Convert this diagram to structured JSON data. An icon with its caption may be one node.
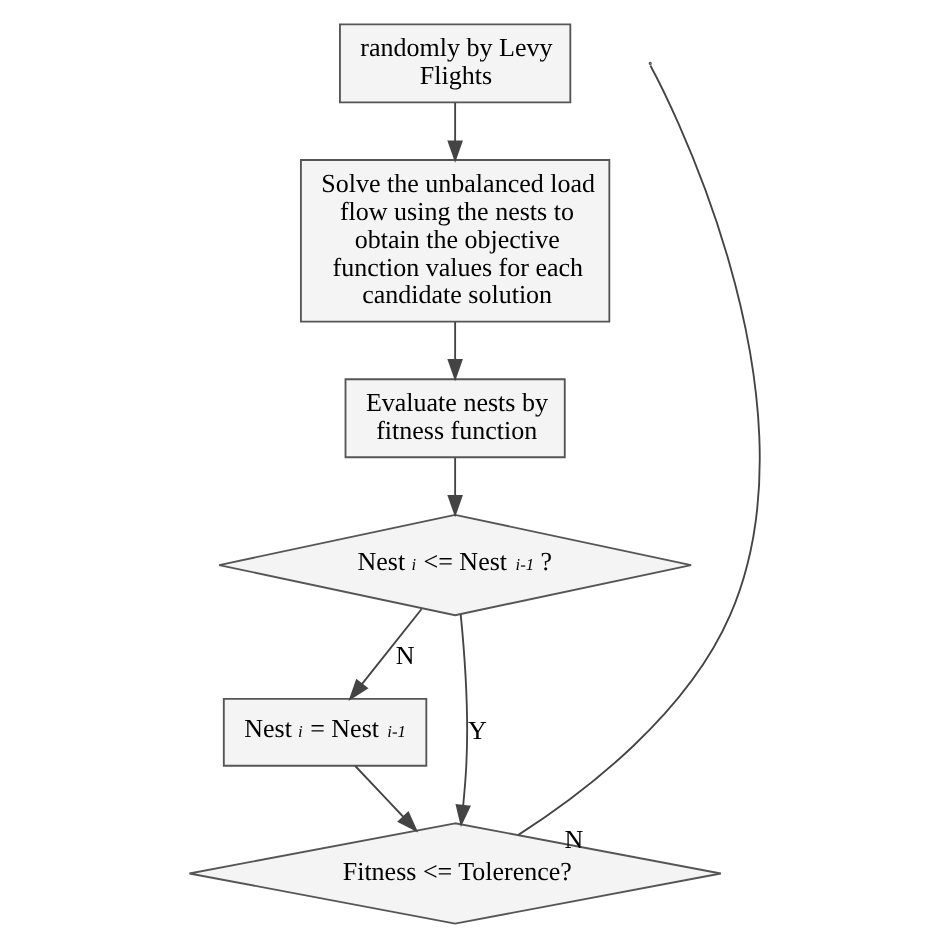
{
  "diagram": {
    "nodes": [
      {
        "text": [
          "randomly by Levy Flights"
        ]
      },
      {
        "text": [
          "Solve the unbalanced load flow using the nests to obtain the objective function values for each candidate solution"
        ]
      },
      {
        "text": [
          "Evaluate nests by fitness function"
        ]
      },
      {
        "text": [
          "Nest $_{i}$ <= Nest $_{i-1}$ ?"
        ]
      },
      {
        "text": [
          "Nest $_{i}$ = Nest $_{i-1}$"
        ]
      },
      {
        "text": [
          "Fitness <= Tolerence?"
        ]
      }
    ],
    "edges": [
      {
        "from": 0,
        "to": 1,
        "arrow": "to"
      },
      {
        "from": 1,
        "to": 2,
        "arrow": "to"
      },
      {
        "from": 2,
        "to": 3,
        "arrow": "to"
      },
      {
        "from": 3,
        "to": 4,
        "label": "N",
        "arrow": "to"
      },
      {
        "from": 3,
        "to": 5,
        "label": "Y",
        "arrow": "to"
      },
      {
        "from": 4,
        "to": 5,
        "arrow": "to"
      },
      {
        "from": 5,
        "to": null,
        "label": "N",
        "arrow": "none"
      }
    ]
  }
}
